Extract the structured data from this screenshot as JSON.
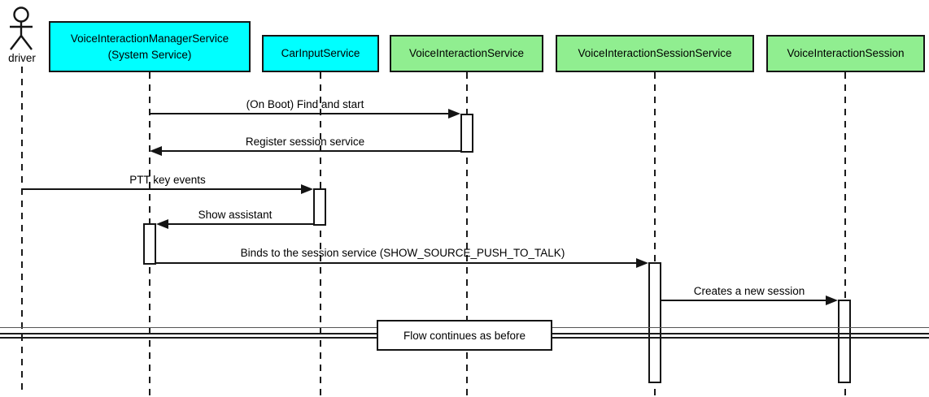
{
  "diagram": {
    "type": "uml-sequence-diagram",
    "actor": {
      "label": "driver"
    },
    "participants": [
      {
        "id": "voice-interaction-manager-service",
        "line1": "VoiceInteractionManagerService",
        "line2": "(System Service)",
        "fill": "#00FFFF"
      },
      {
        "id": "car-input-service",
        "line1": "CarInputService",
        "fill": "#00FFFF"
      },
      {
        "id": "voice-interaction-service",
        "line1": "VoiceInteractionService",
        "fill": "#90EE90"
      },
      {
        "id": "voice-interaction-session-service",
        "line1": "VoiceInteractionSessionService",
        "fill": "#90EE90"
      },
      {
        "id": "voice-interaction-session",
        "line1": "VoiceInteractionSession",
        "fill": "#90EE90"
      }
    ],
    "messages": [
      {
        "label": "(On Boot) Find and start",
        "from": "VoiceInteractionManagerService",
        "to": "VoiceInteractionService",
        "direction": "right"
      },
      {
        "label": "Register session service",
        "from": "VoiceInteractionService",
        "to": "VoiceInteractionManagerService",
        "direction": "left"
      },
      {
        "label": "PTT key events",
        "from": "driver",
        "to": "CarInputService",
        "direction": "right"
      },
      {
        "label": "Show assistant",
        "from": "CarInputService",
        "to": "VoiceInteractionManagerService",
        "direction": "left"
      },
      {
        "label": "Binds to the session service (SHOW_SOURCE_PUSH_TO_TALK)",
        "from": "VoiceInteractionManagerService",
        "to": "VoiceInteractionSessionService",
        "direction": "right"
      },
      {
        "label": "Creates a new session",
        "from": "VoiceInteractionSessionService",
        "to": "VoiceInteractionSession",
        "direction": "right"
      }
    ],
    "divider": {
      "label": "Flow continues as before"
    },
    "colors": {
      "system_service_fill": "#00FFFF",
      "service_fill": "#90EE90",
      "line": "#141414",
      "background": "#FFFFFF"
    }
  }
}
